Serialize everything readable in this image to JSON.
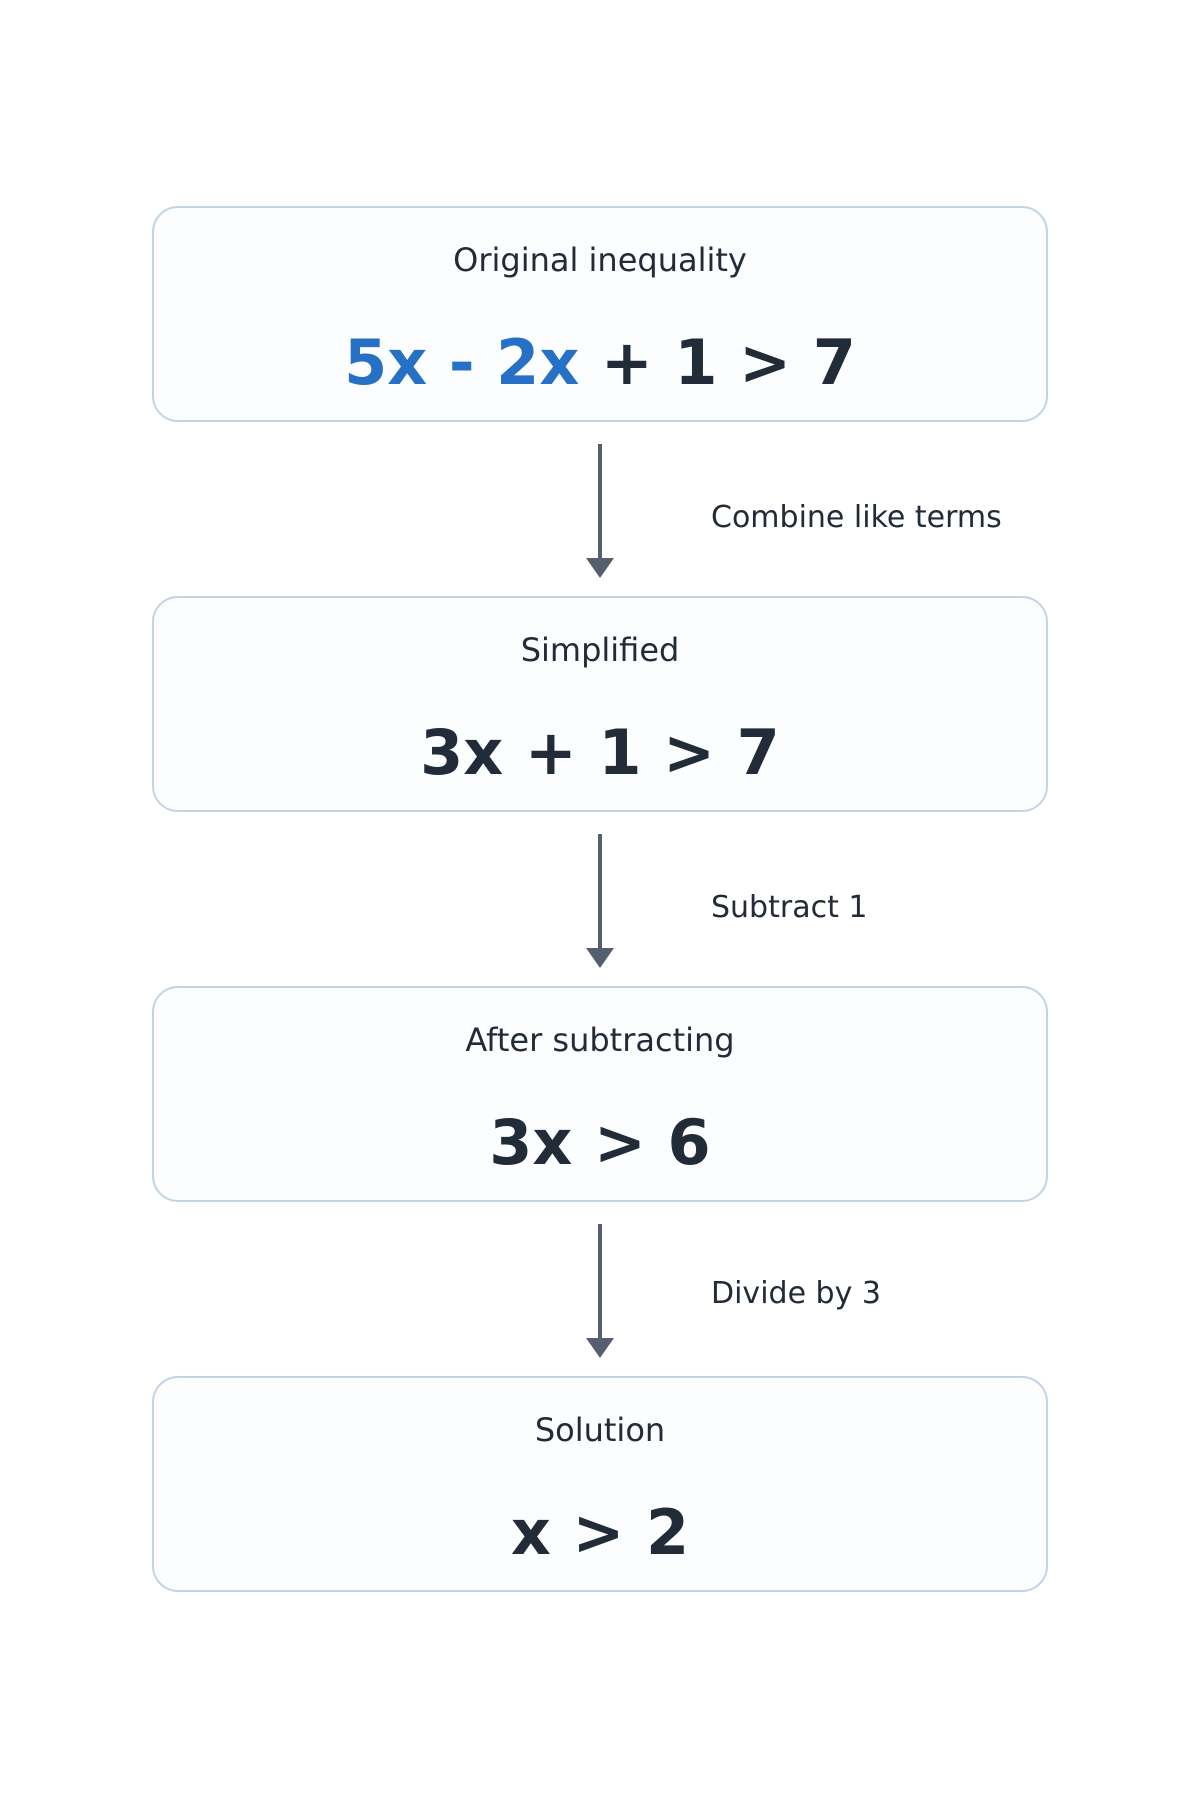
{
  "colors": {
    "text": "#222b38",
    "highlight": "#2671c5",
    "box_border": "#c3d3e6",
    "arrow": "#555f70"
  },
  "steps": [
    {
      "title": "Original inequality",
      "expr_highlight": "5x - 2x",
      "expr_rest": " + 1 > 7"
    },
    {
      "title": "Simplified",
      "expr": "3x + 1 > 7"
    },
    {
      "title": "After subtracting",
      "expr": "3x > 6"
    },
    {
      "title": "Solution",
      "expr": "x > 2"
    }
  ],
  "transitions": [
    {
      "label": "Combine like terms",
      "icon": "down-arrow-icon"
    },
    {
      "label": "Subtract 1",
      "icon": "down-arrow-icon"
    },
    {
      "label": "Divide by 3",
      "icon": "down-arrow-icon"
    }
  ]
}
